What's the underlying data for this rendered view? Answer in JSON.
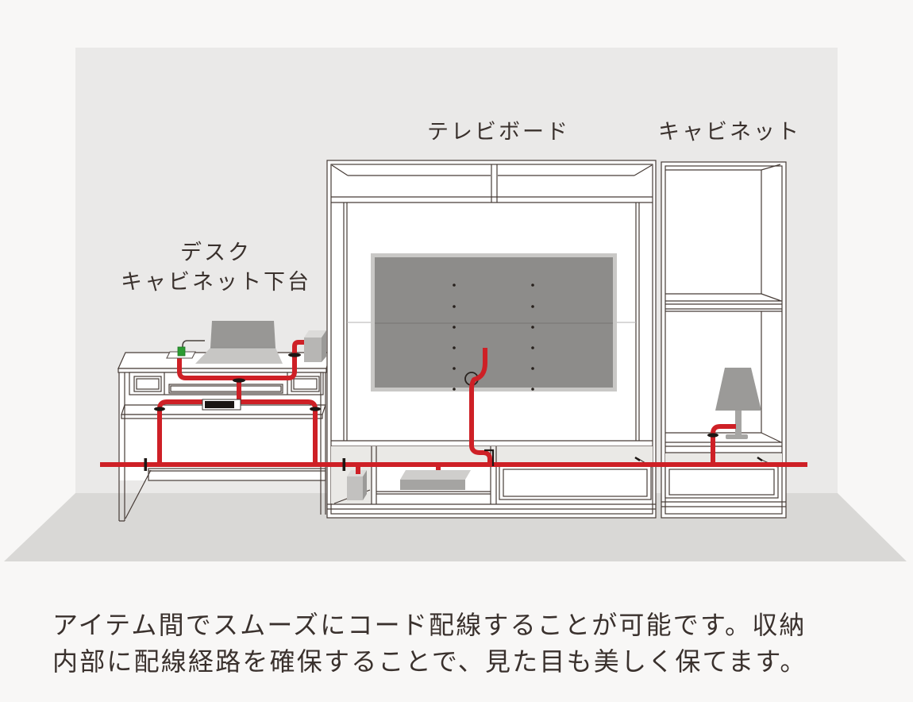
{
  "diagram": {
    "labels": {
      "tv_board": "テレビボード",
      "cabinet": "キャビネット",
      "desk_line1": "デスク",
      "desk_line2": "キャビネット下台"
    },
    "caption": {
      "line1": "アイテム間でスムーズにコード配線することが可能です。収納",
      "line2": "内部に配線経路を確保することで、見た目も美しく保てます。"
    },
    "colors": {
      "page_background": "#f8f7f6",
      "wall": "#eae9e8",
      "floor": "#d9d8d6",
      "outline": "#473c37",
      "cable_red": "#ce2026",
      "grommet_green": "#2b9b31",
      "tv_screen": "#8d8c8a",
      "tv_bezel": "#c9c8c6",
      "text": "#3a312d"
    }
  }
}
